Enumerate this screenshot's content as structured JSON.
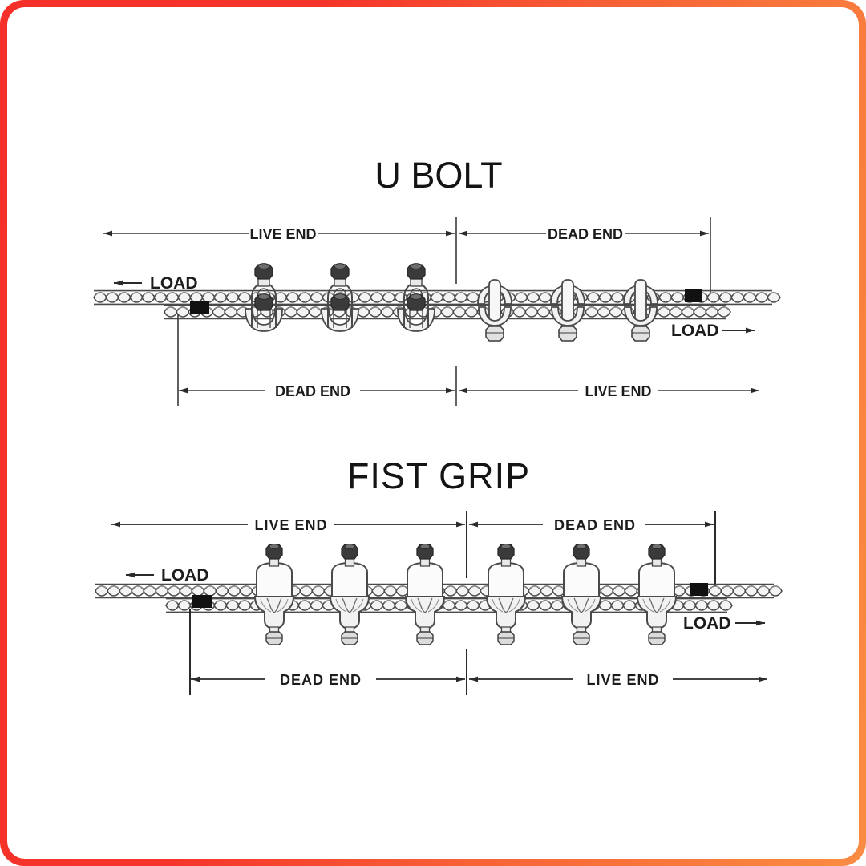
{
  "page": {
    "background_color": "#ffffff",
    "border_gradient_from": "#f5302a",
    "border_gradient_to": "#fa8c42",
    "ink_color": "#1c1c1c"
  },
  "diagram": {
    "kind": "wire-rope-clip-installation",
    "sections": [
      {
        "id": "u-bolt",
        "title": "U BOLT",
        "letter_spacing": "0",
        "top_dimension": {
          "left_label": "LIVE END",
          "right_label": "DEAD END"
        },
        "bottom_dimension": {
          "left_label": "DEAD END",
          "right_label": "LIVE END"
        },
        "left_load_label": "LOAD",
        "right_load_label": "LOAD",
        "left_clip_count": 3,
        "right_clip_count": 3,
        "left_clip_orientation": "nuts-up",
        "right_clip_orientation": "nuts-down"
      },
      {
        "id": "fist-grip",
        "title": "FIST GRIP",
        "letter_spacing": "2",
        "top_dimension": {
          "left_label": "LIVE  END",
          "right_label": "DEAD  END"
        },
        "bottom_dimension": {
          "left_label": "DEAD  END",
          "right_label": "LIVE  END"
        },
        "left_load_label": "LOAD",
        "right_load_label": "LOAD",
        "left_clip_count": 3,
        "right_clip_count": 3,
        "left_clip_orientation": "upright",
        "right_clip_orientation": "upright"
      }
    ]
  }
}
